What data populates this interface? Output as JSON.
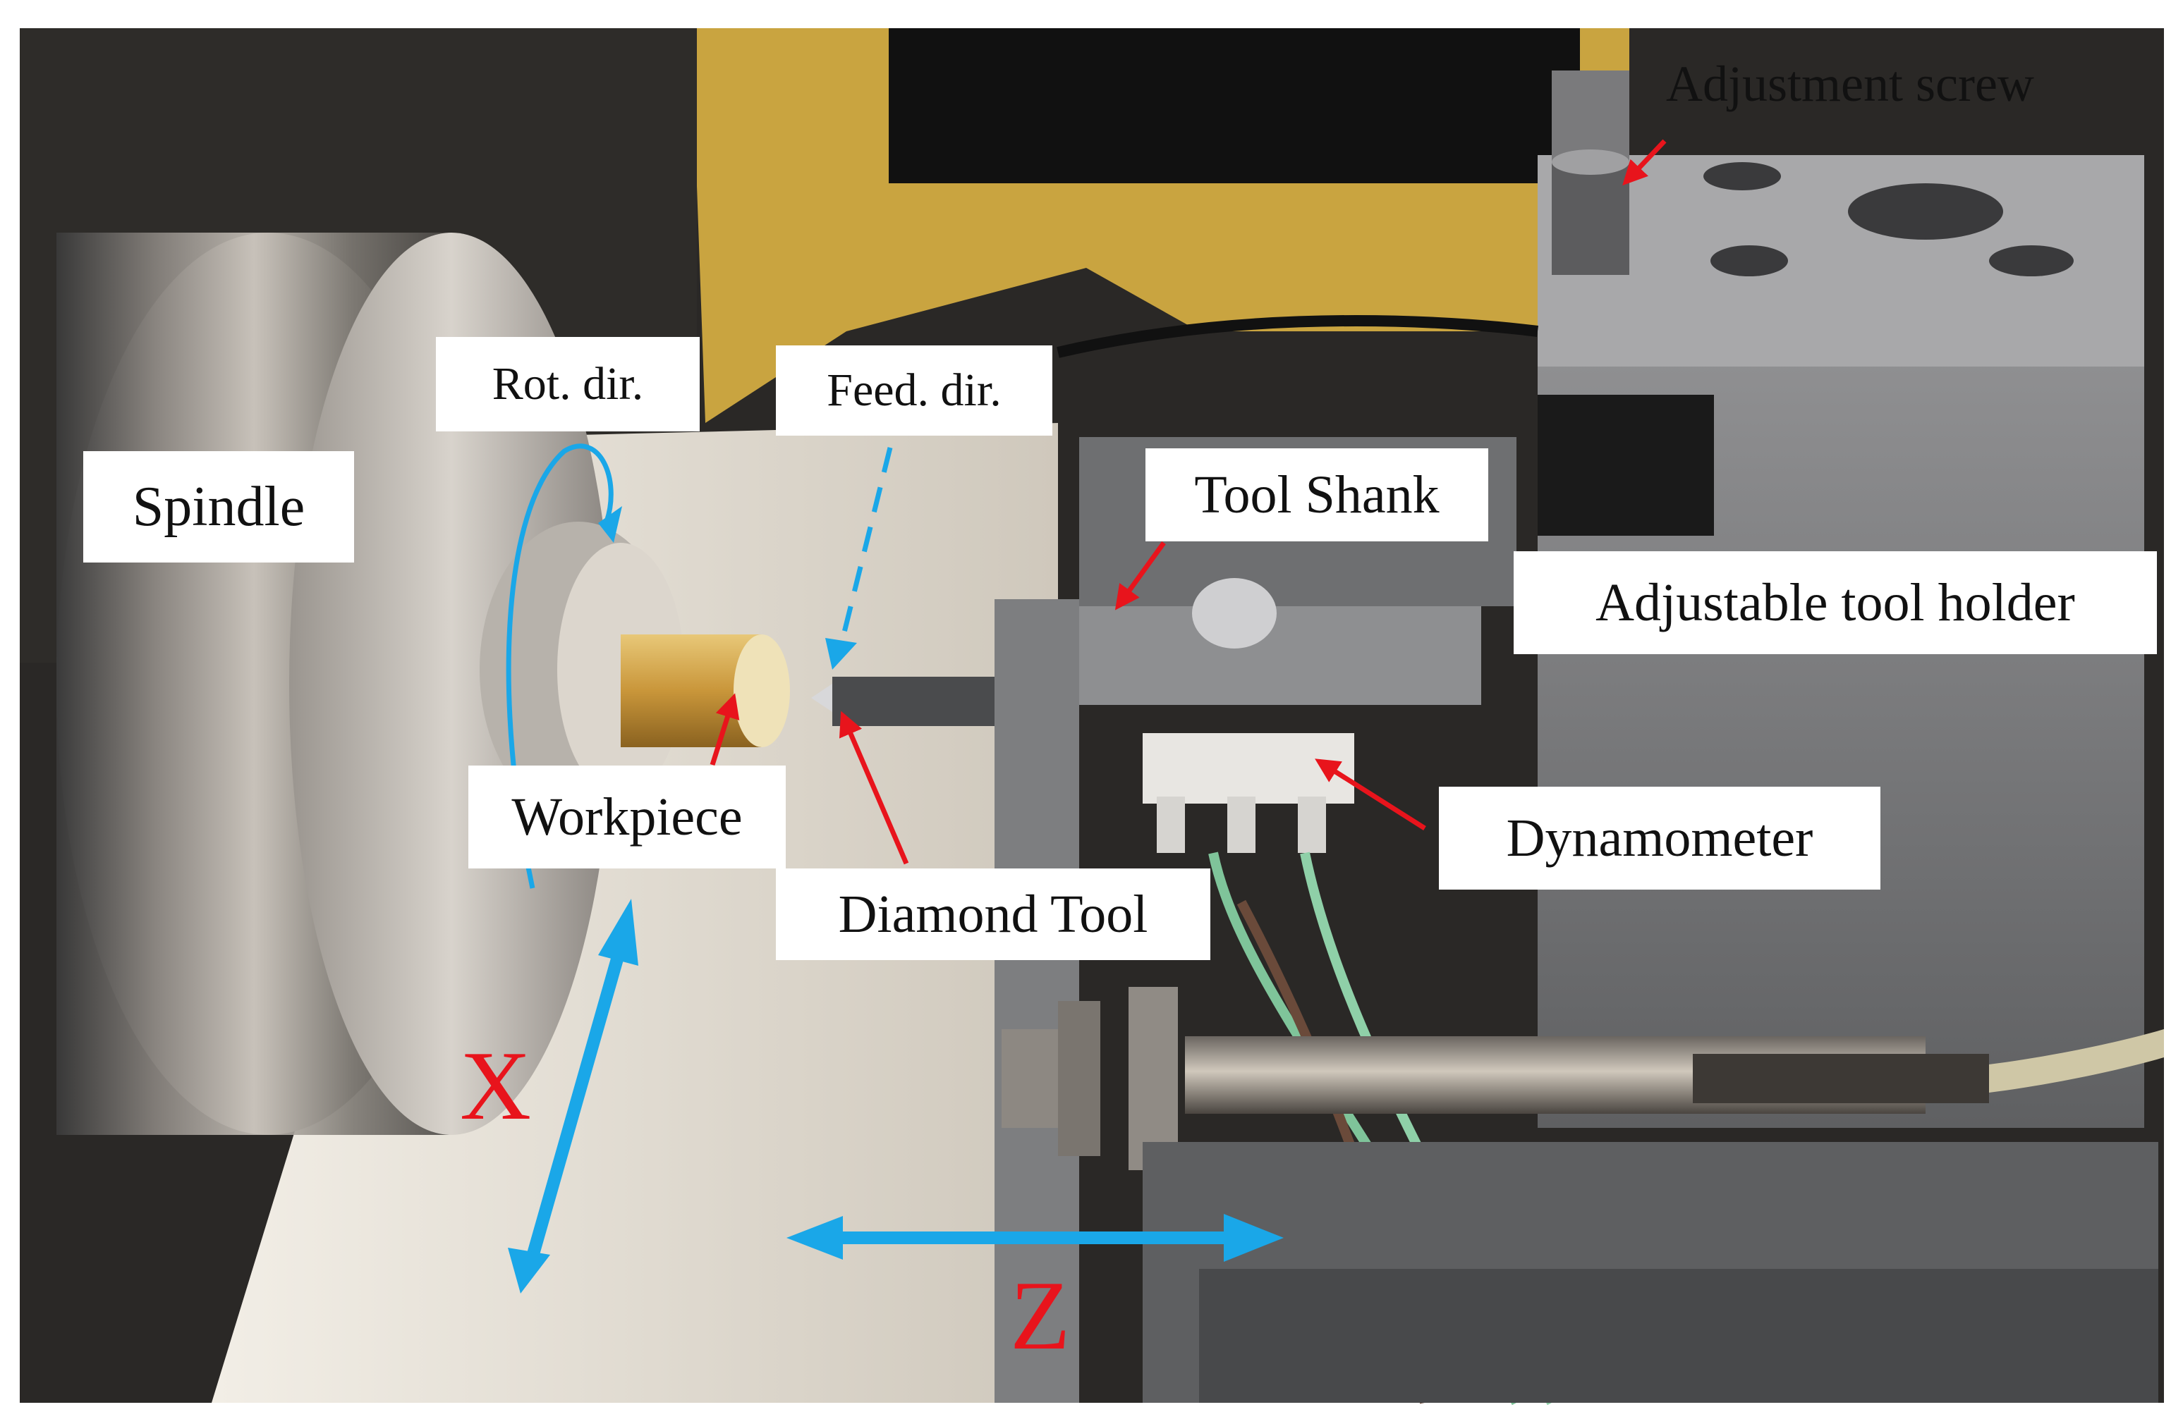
{
  "labels": {
    "adjustment_screw": "Adjustment screw",
    "rot_dir": "Rot. dir.",
    "feed_dir": "Feed. dir.",
    "spindle": "Spindle",
    "tool_shank": "Tool Shank",
    "adjustable_tool_holder": "Adjustable tool holder",
    "workpiece": "Workpiece",
    "dynamometer": "Dynamometer",
    "diamond_tool": "Diamond Tool"
  },
  "axes": {
    "x": "X",
    "z": "Z"
  },
  "colors": {
    "pointer_arrow": "#e8141c",
    "axis_letter": "#e8141c",
    "axis_arrow": "#1aa7e8",
    "direction_arrow": "#1aa7e8",
    "label_background": "#ffffff",
    "label_text": "#111111"
  }
}
